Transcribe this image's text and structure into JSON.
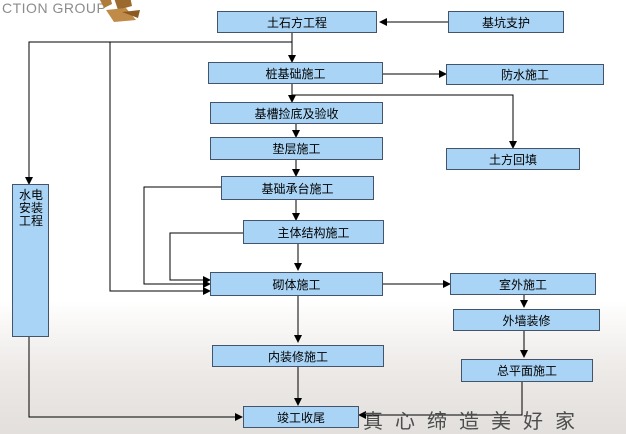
{
  "brand": {
    "text": "CTION GROUP",
    "logo_icon": "brush-calligraphy-icon"
  },
  "slogan": "真心缔造美好家",
  "colors": {
    "box_fill": "#a9d4f5",
    "box_border": "#44546a",
    "line": "#000000"
  },
  "boxes": {
    "earthwork": "土石方工程",
    "pit_support": "基坑支护",
    "pile_foundation": "桩基础施工",
    "waterproofing": "防水施工",
    "trench_inspection": "基槽捡底及验收",
    "cushion": "垫层施工",
    "backfill": "土方回填",
    "cap": "基础承台施工",
    "main_structure": "主体结构施工",
    "masonry": "砌体施工",
    "exterior": "室外施工",
    "exterior_wall": "外墙装修",
    "interior": "内装修施工",
    "site_plan": "总平面施工",
    "completion": "竣工收尾",
    "mep": "水电安装工程"
  }
}
